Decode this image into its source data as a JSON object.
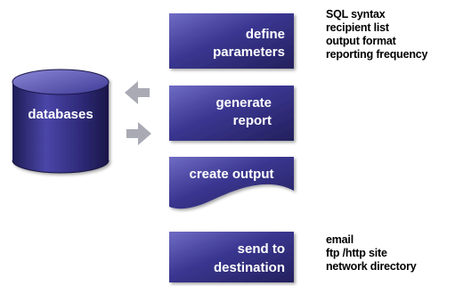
{
  "colors": {
    "box_dark": "#23205c",
    "box_mid": "#3a3690",
    "box_light": "#6f6cc4",
    "arrow": "#a9aab4"
  },
  "database": {
    "label": "databases"
  },
  "arrows": {
    "top_icon": "arrow-left-icon",
    "bottom_icon": "arrow-right-icon"
  },
  "steps": [
    {
      "line1": "define",
      "line2": "parameters"
    },
    {
      "line1": "generate",
      "line2": "report"
    },
    {
      "line1": "create output"
    },
    {
      "line1": "send to",
      "line2": "destination"
    }
  ],
  "notes_top": [
    "SQL syntax",
    "recipient list",
    "output format",
    "reporting frequency"
  ],
  "notes_bottom": [
    "email",
    "ftp /http site",
    "network directory"
  ]
}
